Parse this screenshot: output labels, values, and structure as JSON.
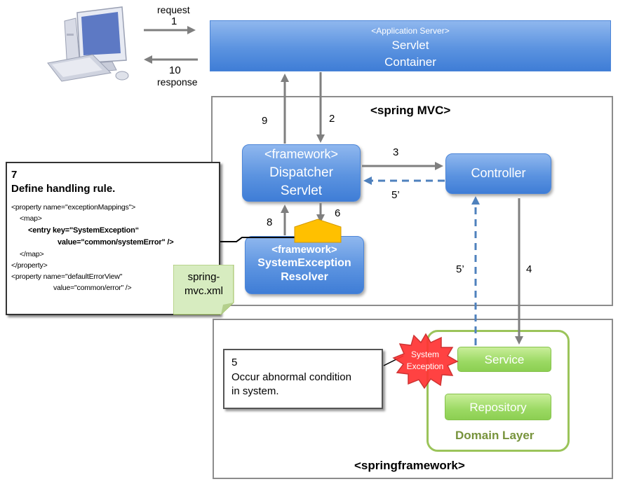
{
  "client": {
    "request_label": "request",
    "request_num": "1",
    "response_num": "10",
    "response_label": "response"
  },
  "app_server": {
    "stereotype": "<Application Server>",
    "line1": "Servlet",
    "line2": "Container"
  },
  "spring_mvc": {
    "title": "<spring MVC>"
  },
  "dispatcher": {
    "line1": "<framework>",
    "line2": "Dispatcher",
    "line3": "Servlet"
  },
  "controller": {
    "label": "Controller"
  },
  "resolver": {
    "line1": "<framework>",
    "line2": "SystemException",
    "line3": "Resolver"
  },
  "springframework": {
    "title": "<springframework>"
  },
  "service": {
    "label": "Service"
  },
  "repository": {
    "label": "Repository"
  },
  "domain_layer": {
    "label": "Domain Layer"
  },
  "system_exception": {
    "line1": "System",
    "line2": "Exception"
  },
  "arrow_numbers": {
    "n2": "2",
    "n3": "3",
    "n4": "4",
    "n5a": "5’",
    "n5b": "5’",
    "n6": "6",
    "n8": "8",
    "n9": "9"
  },
  "step7": {
    "number": "7",
    "title": "Define handling rule.",
    "code": [
      "<property name=\"exceptionMappings\">",
      "<map>",
      "<entry key=\"SystemException“",
      "value=\"common/systemError\" />",
      "</map>",
      "</property>",
      "<property name=\"defaultErrorView\"",
      "value=\"common/error\" />"
    ]
  },
  "note": {
    "line1": "spring-",
    "line2": "mvc.xml"
  },
  "step5": {
    "number": "5",
    "line1": "Occur abnormal condition",
    "line2": "in system."
  }
}
